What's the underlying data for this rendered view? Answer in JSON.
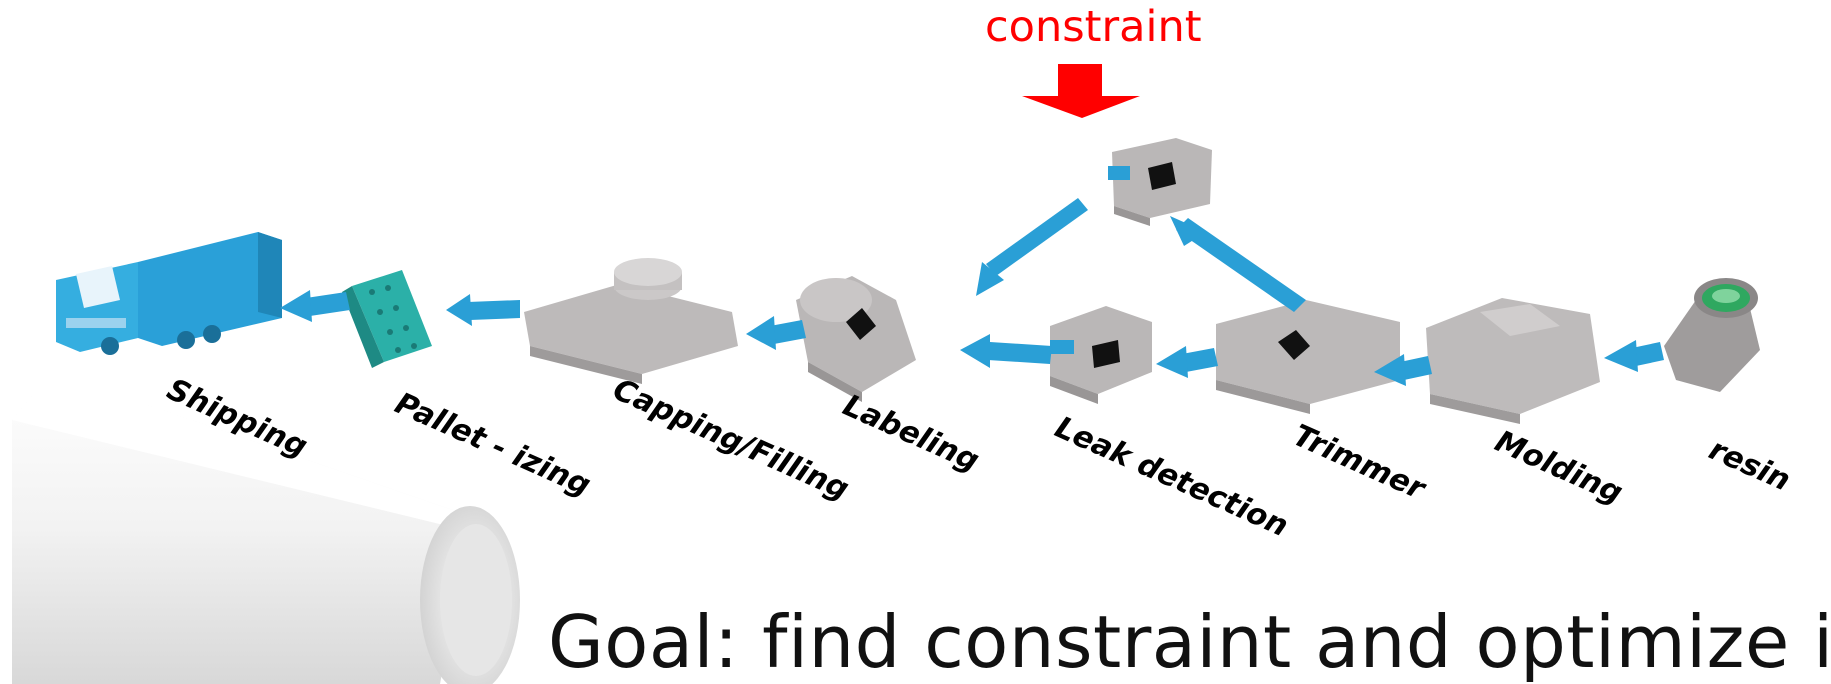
{
  "constraint_label": "constraint",
  "steps": [
    {
      "label": "Shipping"
    },
    {
      "label": "Pallet - izing"
    },
    {
      "label": "Capping/Filling"
    },
    {
      "label": "Labeling"
    },
    {
      "label": "Leak detection"
    },
    {
      "label": "Trimmer"
    },
    {
      "label": "Molding"
    },
    {
      "label": "resin"
    }
  ],
  "goal_text": "Goal:  find constraint and optimize it",
  "colors": {
    "constraint": "#ff0000",
    "flow_arrow": "#2a9fd6",
    "machine": "#b9b6b6",
    "truck": "#2aa0d8",
    "pallet": "#2bb0a8"
  }
}
